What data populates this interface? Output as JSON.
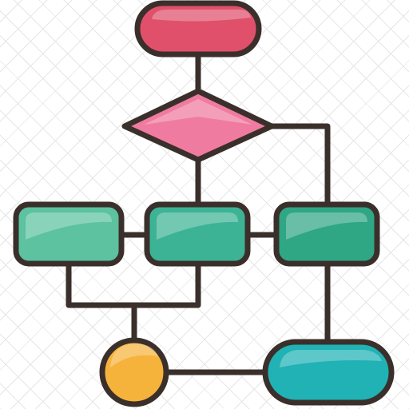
{
  "diagram": {
    "kind": "flowchart-icon",
    "stroke_color": "#3a2f2b",
    "nodes": [
      {
        "id": "start",
        "shape": "terminal-pill",
        "fill": "#e0506a",
        "label": ""
      },
      {
        "id": "decision",
        "shape": "diamond",
        "fill": "#f07ba0",
        "label": ""
      },
      {
        "id": "process-left",
        "shape": "rounded-rect",
        "fill": "#5cc2a0",
        "label": ""
      },
      {
        "id": "process-middle",
        "shape": "rounded-rect",
        "fill": "#3db395",
        "label": ""
      },
      {
        "id": "process-right",
        "shape": "rounded-rect",
        "fill": "#2fa684",
        "label": ""
      },
      {
        "id": "connector",
        "shape": "circle",
        "fill": "#f6b33c",
        "label": ""
      },
      {
        "id": "end",
        "shape": "terminal-pill",
        "fill": "#20b2b4",
        "label": ""
      }
    ],
    "edges": [
      {
        "from": "start",
        "to": "decision"
      },
      {
        "from": "decision",
        "to": "process-middle"
      },
      {
        "from": "decision",
        "to": "process-right"
      },
      {
        "from": "process-left",
        "to": "process-middle"
      },
      {
        "from": "process-middle",
        "to": "process-right"
      },
      {
        "from": "process-left",
        "to": "connector"
      },
      {
        "from": "process-middle",
        "to": "connector"
      },
      {
        "from": "process-right",
        "to": "end"
      },
      {
        "from": "connector",
        "to": "end"
      }
    ]
  }
}
